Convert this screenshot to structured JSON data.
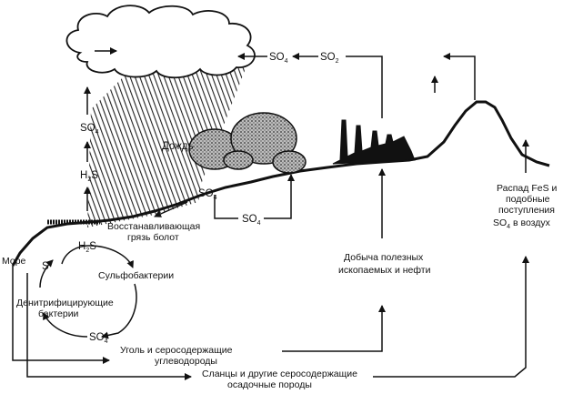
{
  "labels": {
    "so4": "SO",
    "so2": "SO",
    "so4_sub": "4",
    "so2_sub": "2",
    "h2s_h": "H",
    "h2s_s": "S",
    "h2s_sub": "2",
    "rain": "Дождь",
    "swamp_line1": "Восстанавливающая",
    "swamp_line2": "грязь болот",
    "sea": "Море",
    "s": "S",
    "sulfobacteria": "Сульфобактерии",
    "denitrifying_line1": "Денитрифицирующие",
    "denitrifying_line2": "бактерии",
    "mining_line1": "Добыча полезных",
    "mining_line2": "ископаемых и нефти",
    "fes_line1": "Распад FeS и",
    "fes_line2": "подобные",
    "fes_line3": "поступления",
    "fes_line4_suffix": " в воздух",
    "coal_line1": "Уголь и серосодержащие",
    "coal_line2": "углеводороды",
    "shale_line1": "Сланцы и другие серосодержащие",
    "shale_line2": "осадочные породы"
  }
}
